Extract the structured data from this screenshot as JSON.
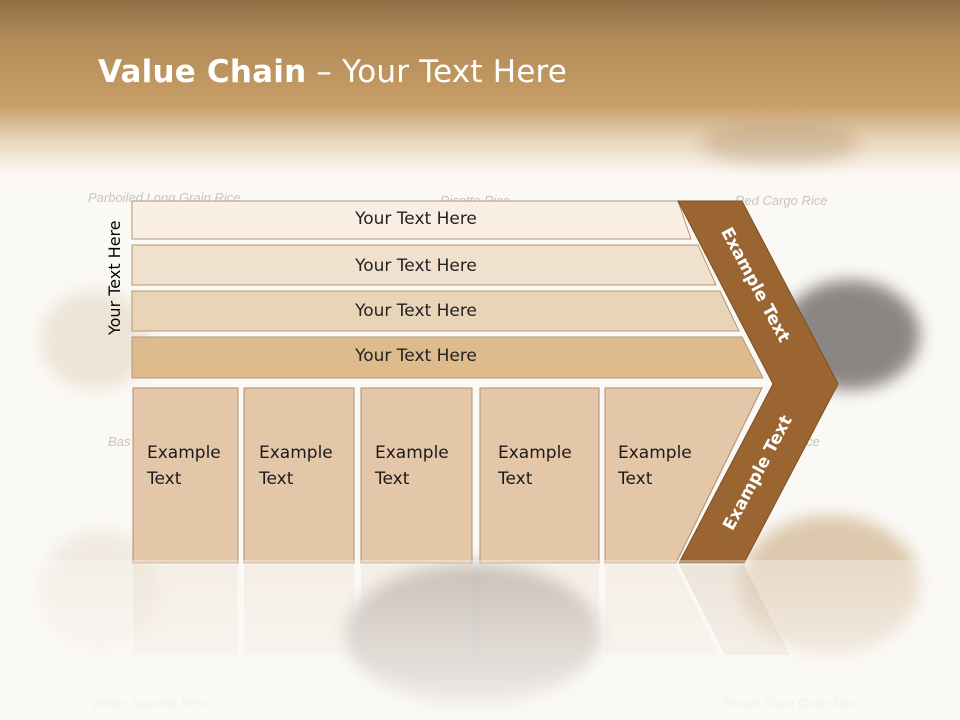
{
  "slide": {
    "title_bold": "Value Chain",
    "title_rest": " – Your Text Here",
    "vertical_label": "Your Text Here"
  },
  "bars": [
    {
      "label": "Your Text Here"
    },
    {
      "label": "Your Text Here"
    },
    {
      "label": "Your Text Here"
    },
    {
      "label": "Your Text Here"
    }
  ],
  "boxes": [
    {
      "line1": "Example",
      "line2": "Text"
    },
    {
      "line1": "Example",
      "line2": "Text"
    },
    {
      "line1": "Example",
      "line2": "Text"
    },
    {
      "line1": "Example",
      "line2": "Text"
    },
    {
      "line1": "Example",
      "line2": "Text"
    }
  ],
  "chevron": {
    "upper_label": "Example Text",
    "lower_label": "Example Text",
    "color": "#9a6530"
  },
  "background_labels": {
    "top_left": "Parboiled Long Grain Rice",
    "top_center": "Risotto Rice",
    "top_right": "Red Cargo Rice",
    "mid_left": "Bas",
    "mid_right": "ce",
    "bottom_left": "White Jasmine Rice",
    "bottom_center": "Dark Wild Rice",
    "bottom_right": "Brown Short Grain Rice"
  },
  "colors": {
    "header": "#c79e66",
    "bar1": "#f8eee3",
    "bar2": "#f0e1cf",
    "bar3": "#e8d4b7",
    "bar4": "#ddbb8c",
    "box": "#e4c6a8"
  }
}
